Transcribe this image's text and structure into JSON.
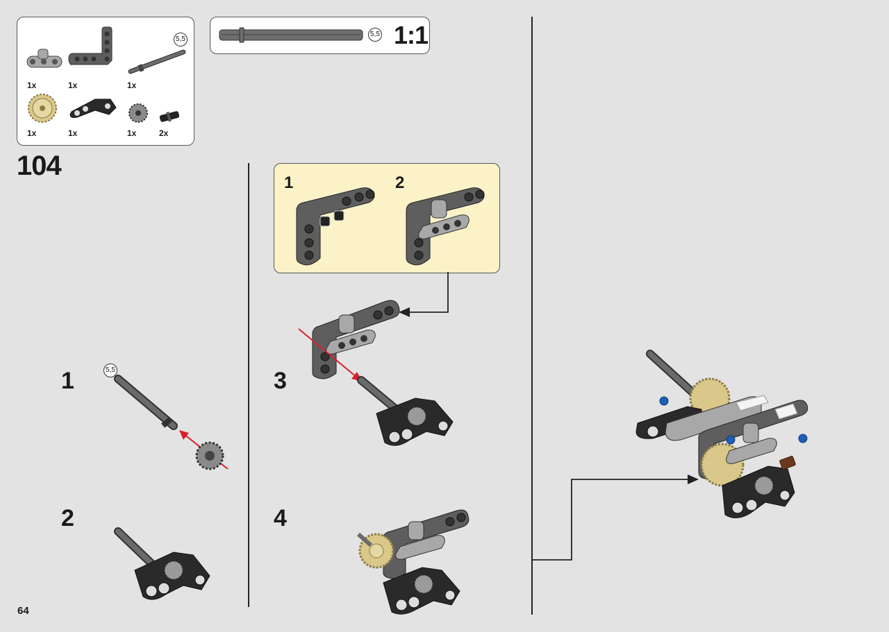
{
  "parts_box": {
    "length_badge": "5,5",
    "quantities": [
      "1x",
      "1x",
      "1x",
      "1x",
      "1x",
      "1x",
      "2x"
    ]
  },
  "scale_box": {
    "length_badge": "5,5",
    "scale_label": "1:1"
  },
  "step_number": "104",
  "substeps": {
    "s1": "1",
    "s2": "2",
    "s3": "3",
    "s4": "4"
  },
  "step1_length_badge": "5,5",
  "callout": {
    "label_1": "1",
    "label_2": "2",
    "bg_color": "#fbf2c8"
  },
  "page_number": "64",
  "colors": {
    "background": "#e3e3e3",
    "dark_grey": "#5e5e5e",
    "light_grey": "#a8a8a8",
    "tan": "#d9c88a",
    "black_part": "#222222",
    "blue_pin": "#1e5fb4",
    "red_arrow": "#d9202a"
  }
}
